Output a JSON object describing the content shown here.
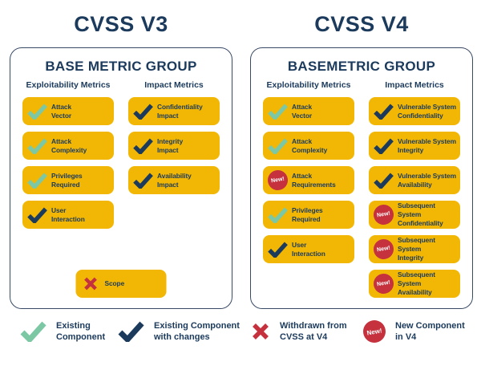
{
  "colors": {
    "navy": "#1B3A5C",
    "yellow": "#F2B705",
    "teal": "#7CC7A4",
    "red": "#C5313D",
    "panel_border": "#394A66",
    "background": "#FFFFFF"
  },
  "badge_text": "New!",
  "panels": [
    {
      "title": "CVSS V3",
      "heading": "BASE METRIC GROUP",
      "columns": [
        {
          "header": "Exploitability Metrics",
          "items": [
            {
              "icon": "check-teal",
              "label": "Attack\nVector"
            },
            {
              "icon": "check-teal",
              "label": "Attack\nComplexity"
            },
            {
              "icon": "check-teal",
              "label": "Privileges\nRequired"
            },
            {
              "icon": "check-navy",
              "label": "User\nInteraction"
            }
          ]
        },
        {
          "header": "Impact Metrics",
          "items": [
            {
              "icon": "check-navy",
              "label": "Confidentiality\nImpact"
            },
            {
              "icon": "check-navy",
              "label": "Integrity\nImpact"
            },
            {
              "icon": "check-navy",
              "label": "Availability\nImpact"
            }
          ]
        }
      ],
      "footer_item": {
        "icon": "x-red",
        "label": "Scope"
      }
    },
    {
      "title": "CVSS V4",
      "heading": "BASEMETRIC GROUP",
      "columns": [
        {
          "header": "Exploitability Metrics",
          "items": [
            {
              "icon": "check-teal",
              "label": "Attack\nVector"
            },
            {
              "icon": "check-teal",
              "label": "Attack\nComplexity"
            },
            {
              "icon": "new-badge",
              "label": "Attack\nRequirements"
            },
            {
              "icon": "check-teal",
              "label": "Privileges\nRequired"
            },
            {
              "icon": "check-navy",
              "label": "User\nInteraction"
            }
          ]
        },
        {
          "header": "Impact Metrics",
          "items": [
            {
              "icon": "check-navy",
              "label": "Vulnerable System\nConfidentiality"
            },
            {
              "icon": "check-navy",
              "label": "Vulnerable System\nIntegrity"
            },
            {
              "icon": "check-navy",
              "label": "Vulnerable System\nAvailability"
            },
            {
              "icon": "new-badge",
              "label": "Subsequent System\nConfidentiality"
            },
            {
              "icon": "new-badge",
              "label": "Subsequent System\nIntegrity"
            },
            {
              "icon": "new-badge",
              "label": "Subsequent System\nAvailability"
            }
          ]
        }
      ]
    }
  ],
  "legend": [
    {
      "icon": "check-teal",
      "label": "Existing\nComponent"
    },
    {
      "icon": "check-navy",
      "label": "Existing Component\nwith changes"
    },
    {
      "icon": "x-red",
      "label": "Withdrawn from\nCVSS at V4"
    },
    {
      "icon": "new-badge",
      "label": "New Component\nin V4"
    }
  ]
}
